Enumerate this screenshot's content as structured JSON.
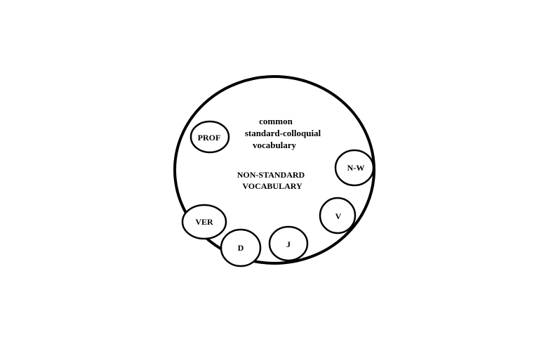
{
  "main_region": {
    "heading_lines": [
      "common",
      "standard-colloquial",
      "vocabulary"
    ],
    "inner_lines": [
      "NON-STANDARD",
      "VOCABULARY"
    ]
  },
  "subsets": [
    {
      "id": "prof",
      "label": "PROF"
    },
    {
      "id": "n-w",
      "label": "N-W"
    },
    {
      "id": "v",
      "label": "V"
    },
    {
      "id": "j",
      "label": "J"
    },
    {
      "id": "d",
      "label": "D"
    },
    {
      "id": "ver",
      "label": "VER"
    }
  ],
  "colors": {
    "stroke": "#000000",
    "fill": "#ffffff",
    "text": "#000000"
  }
}
